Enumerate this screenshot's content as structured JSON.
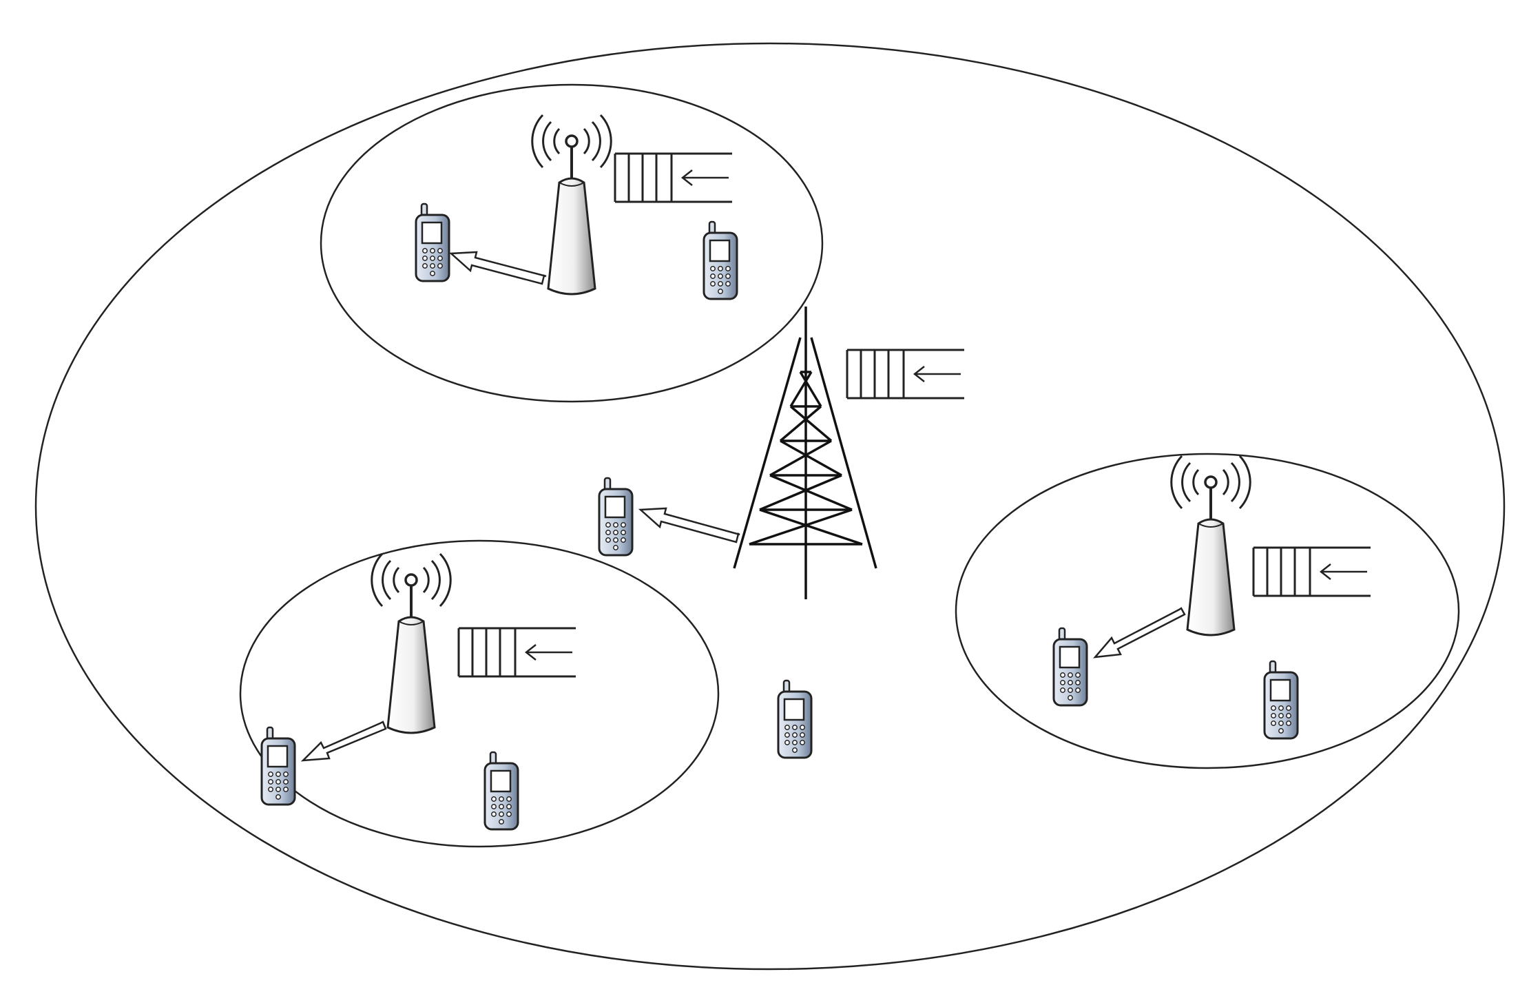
{
  "diagram": {
    "type": "network-diagram",
    "macro_cell": {
      "components": [
        "macro-cell-boundary",
        "macro-tower-icon",
        "queue-buffer-icon"
      ]
    },
    "small_cells": [
      {
        "id": "top",
        "users": 2,
        "served_users": 1,
        "components": [
          "cell-boundary",
          "small-cell-bs-icon",
          "antenna-signal-icon",
          "queue-buffer-icon"
        ]
      },
      {
        "id": "left",
        "users": 2,
        "served_users": 1,
        "components": [
          "cell-boundary",
          "small-cell-bs-icon",
          "antenna-signal-icon",
          "queue-buffer-icon"
        ]
      },
      {
        "id": "right",
        "users": 2,
        "served_users": 1,
        "components": [
          "cell-boundary",
          "small-cell-bs-icon",
          "antenna-signal-icon",
          "queue-buffer-icon"
        ]
      }
    ],
    "macro_users": 2,
    "macro_served_users": 1,
    "icons": [
      "mobile-phone-icon",
      "downlink-arrow-icon"
    ],
    "colors": {
      "line": "#222222",
      "phone_body": "#b9c6d8",
      "phone_shade": "#6e7f98",
      "bs_light": "#ffffff",
      "bs_dark": "#8c8c8c"
    }
  }
}
